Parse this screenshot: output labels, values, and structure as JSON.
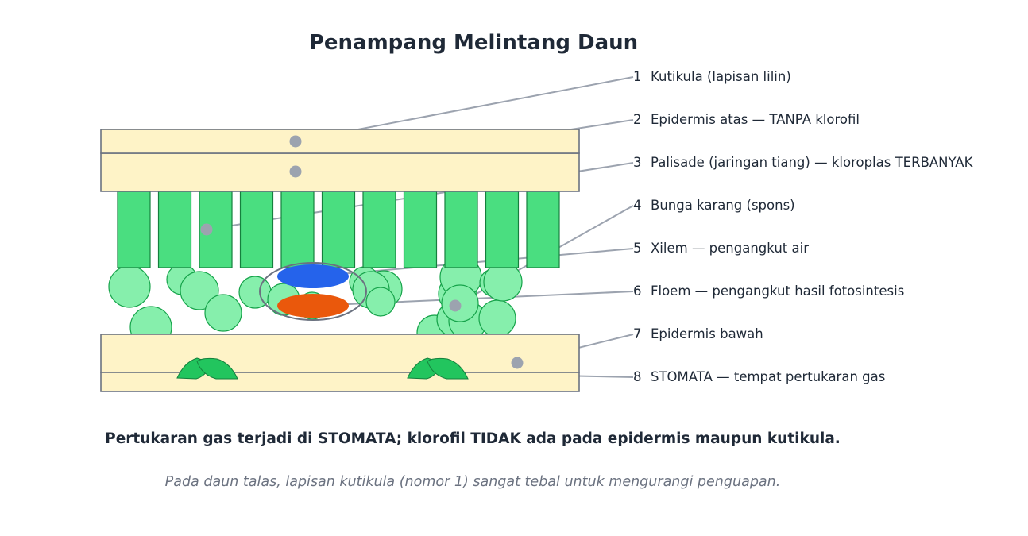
{
  "title": "Penampang Melintang Daun",
  "labels": [
    {
      "num": "1",
      "text": "Kutikula (lapisan lilin)"
    },
    {
      "num": "2",
      "text": "Epidermis atas — TANPA klorofil"
    },
    {
      "num": "3",
      "text": "Palisade (jaringan tiang) — kloroplas TERBANYAK"
    },
    {
      "num": "4",
      "text": "Bunga karang (spons)"
    },
    {
      "num": "5",
      "text": "Xilem — pengangkut air"
    },
    {
      "num": "6",
      "text": "Floem — pengangkut hasil fotosintesis"
    },
    {
      "num": "7",
      "text": "Epidermis bawah"
    },
    {
      "num": "8",
      "text": "STOMATA — tempat pertukaran gas"
    }
  ],
  "summary": "Pertukaran gas terjadi di STOMATA; klorofil TIDAK ada pada epidermis maupun kutikula.",
  "note": "Pada daun talas, lapisan kutikula (nomor 1) sangat tebal untuk mengurangi penguapan.",
  "colors": {
    "epidermis": "#fef3c7",
    "palisade": "#4ade80",
    "spongy": "#86efac",
    "xylem": "#2563eb",
    "phloem": "#ea580c",
    "stomata": "#22c55e",
    "leader": "#9ca3af"
  }
}
